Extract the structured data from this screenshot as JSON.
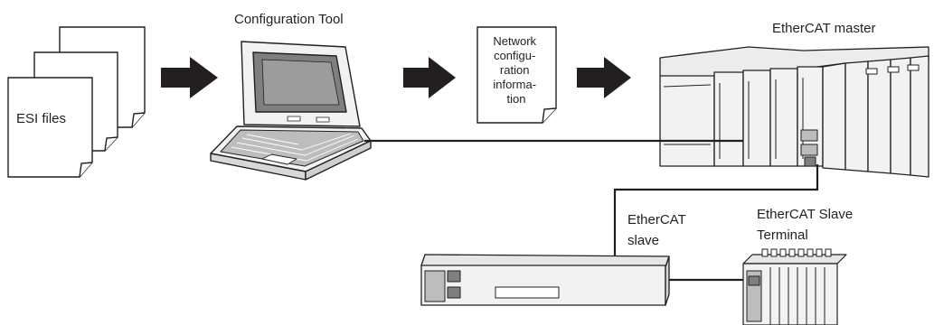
{
  "labels": {
    "esi_files": "ESI files",
    "configuration_tool": "Configuration Tool",
    "network_config_lines": [
      "Network",
      "configu-",
      "ration",
      "informa-",
      "tion"
    ],
    "ethercat_master": "EtherCAT master",
    "ethercat_slave_lines": [
      "EtherCAT",
      "slave"
    ],
    "slave_terminal_lines": [
      "EtherCAT Slave",
      "Terminal"
    ]
  },
  "colors": {
    "line": "#231f20",
    "device_fill": "#f2f2f2",
    "screen": "#7f7f7f",
    "paper": "#ffffff"
  }
}
